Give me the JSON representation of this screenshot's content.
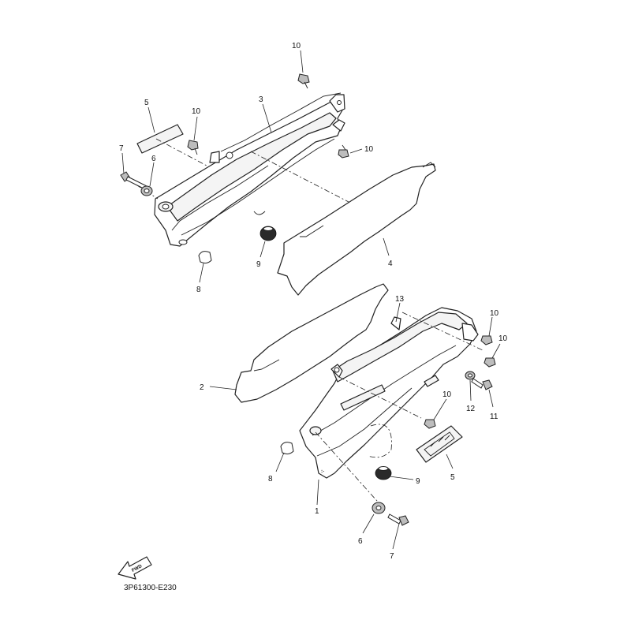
{
  "diagram": {
    "callouts": [
      {
        "id": "c10a",
        "text": "10"
      },
      {
        "id": "c5a",
        "text": "5"
      },
      {
        "id": "c10b",
        "text": "10"
      },
      {
        "id": "c3",
        "text": "3"
      },
      {
        "id": "c7a",
        "text": "7"
      },
      {
        "id": "c6a",
        "text": "6"
      },
      {
        "id": "c10c",
        "text": "10"
      },
      {
        "id": "c9a",
        "text": "9"
      },
      {
        "id": "c4",
        "text": "4"
      },
      {
        "id": "c8a",
        "text": "8"
      },
      {
        "id": "c13",
        "text": "13"
      },
      {
        "id": "c10d",
        "text": "10"
      },
      {
        "id": "c10e",
        "text": "10"
      },
      {
        "id": "c2",
        "text": "2"
      },
      {
        "id": "c12",
        "text": "12"
      },
      {
        "id": "c11",
        "text": "11"
      },
      {
        "id": "c10f",
        "text": "10"
      },
      {
        "id": "c8b",
        "text": "8"
      },
      {
        "id": "c9b",
        "text": "9"
      },
      {
        "id": "c5b",
        "text": "5"
      },
      {
        "id": "c1",
        "text": "1"
      },
      {
        "id": "c6b",
        "text": "6"
      },
      {
        "id": "c7b",
        "text": "7"
      }
    ],
    "fwd_label": "FWD",
    "diagram_code": "3P61300-E230"
  }
}
